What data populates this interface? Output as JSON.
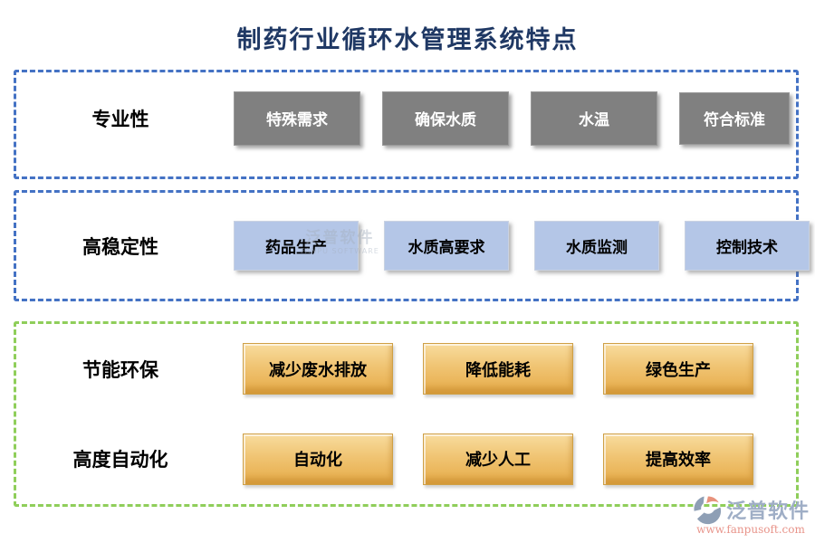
{
  "page": {
    "title": "制药行业循环水管理系统特点"
  },
  "colors": {
    "title_navy": "#1F3864",
    "blue_dashed_border": "#4472C4",
    "green_dashed_border": "#8FCE5A",
    "gray_box": "#808080",
    "light_blue_box": "#B4C6E7",
    "orange_box_face": "#EDB45C",
    "brand_text": "#9FAEC6",
    "brand_url": "#E8948A"
  },
  "sections": {
    "professional": {
      "label": "专业性",
      "items": [
        "特殊需求",
        "确保水质",
        "水温",
        "符合标准"
      ]
    },
    "stability": {
      "label": "高稳定性",
      "items": [
        "药品生产",
        "水质高要求",
        "水质监测",
        "控制技术"
      ]
    },
    "eco": {
      "label": "节能环保",
      "items": [
        "减少废水排放",
        "降低能耗",
        "绿色生产"
      ]
    },
    "automation": {
      "label": "高度自动化",
      "items": [
        "自动化",
        "减少人工",
        "提高效率"
      ]
    }
  },
  "watermark": {
    "line1": "泛普软件",
    "line2": "FANPU SOFTWARE"
  },
  "footer": {
    "brand": "泛普软件",
    "url": "www.fanpusoft.com"
  }
}
